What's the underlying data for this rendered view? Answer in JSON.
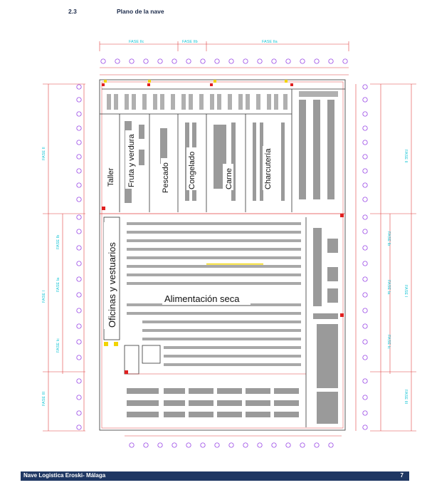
{
  "section": {
    "number": "2.3",
    "title": "Plano de la nave"
  },
  "plan": {
    "phases_top": [
      "FASE IIc",
      "FASE IIb",
      "FASE IIa"
    ],
    "phases_left": [
      "FASE II",
      "FASE Ib",
      "FASE I",
      "FASE Ia",
      "FASE Ic",
      "FASE III"
    ],
    "phases_right": [
      "FASE II",
      "FASE Ib",
      "FASE Ia",
      "FASE I",
      "FASE Ic",
      "FASE III"
    ],
    "areas": {
      "taller": "Taller",
      "fruta": "Fruta y verdura",
      "pescado": "Pescado",
      "congelado": "Congelado",
      "carne": "Carne",
      "charcuteria": "Charcutería",
      "oficinas": "Oficinas y vestuarios",
      "alimentacion": "Alimentación seca"
    }
  },
  "footer": {
    "text": "Nave Logistica Eroski- Málaga",
    "page": "7"
  }
}
